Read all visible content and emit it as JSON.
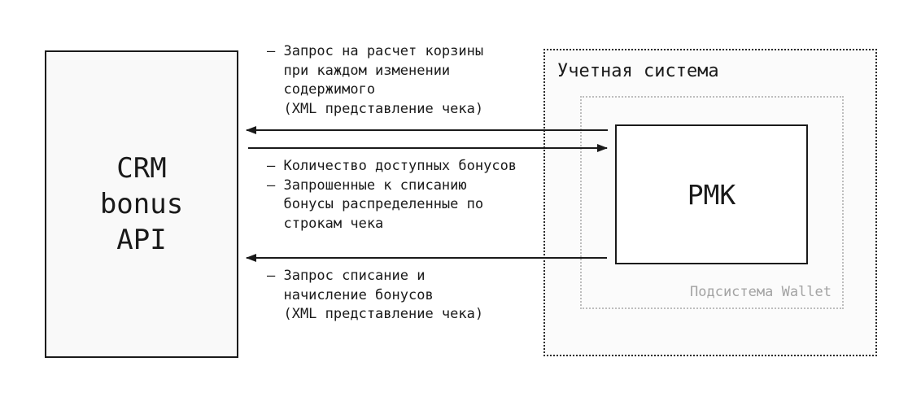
{
  "colors": {
    "ink": "#1a1a1a",
    "muted_text": "#a3a3a3",
    "muted_border": "#bdbdbd",
    "crm_box_fill": "#f9f9f9",
    "accounting_box_fill": "#fbfbfb",
    "rmk_box_fill": "#ffffff"
  },
  "crm": {
    "lines": [
      "CRM",
      "bonus",
      "API"
    ]
  },
  "accounting": {
    "title": "Учетная система",
    "rmk_label": "РМК",
    "wallet_label": "Подсистема Wallet"
  },
  "messages": {
    "basket_calc": {
      "direction": "rmk-to-crm",
      "lines": [
        "— Запрос на расчет корзины",
        "  при каждом изменении",
        "  содержимого",
        "  (XML представление чека)"
      ]
    },
    "bonus_amounts": {
      "direction": "crm-to-rmk",
      "lines": [
        "— Количество доступных бонусов",
        "— Запрошенные к списанию",
        "  бонусы распределенные по",
        "  строкам чека"
      ]
    },
    "writeoff": {
      "direction": "rmk-to-crm",
      "lines": [
        "— Запрос списание и",
        "  начисление бонусов",
        "  (XML представление чека)"
      ]
    }
  }
}
